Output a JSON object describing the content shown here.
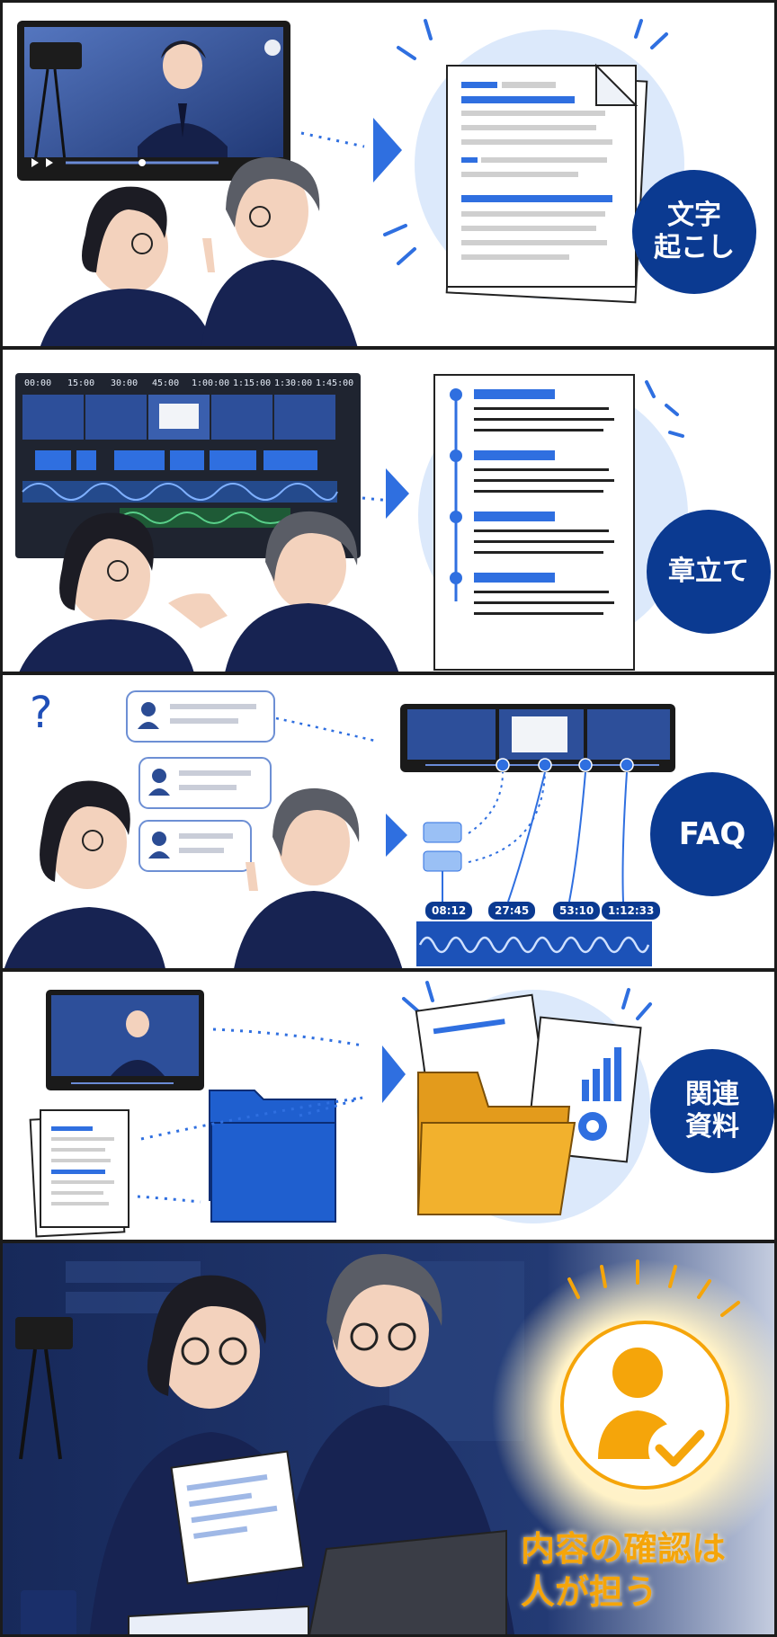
{
  "panels": [
    {
      "badge": "文字\n起こし"
    },
    {
      "badge": "章立て",
      "timeline": [
        "00:00",
        "15:00",
        "30:00",
        "45:00",
        "1:00:00",
        "1:15:00",
        "1:30:00",
        "1:45:00"
      ]
    },
    {
      "badge": "FAQ",
      "question_mark": "?",
      "timestamps": [
        "08:12",
        "27:45",
        "53:10",
        "1:12:33"
      ]
    },
    {
      "badge": "関連\n資料"
    },
    {
      "caption_line1": "内容の確認は",
      "caption_line2": "人が担う"
    }
  ],
  "colors": {
    "navy": "#0b3a91",
    "blue": "#2f6fe0",
    "light_blue": "#dce9fb",
    "folder_blue": "#1f5fcf",
    "folder_yellow": "#f2b12d",
    "accent_orange": "#f5a50a"
  }
}
